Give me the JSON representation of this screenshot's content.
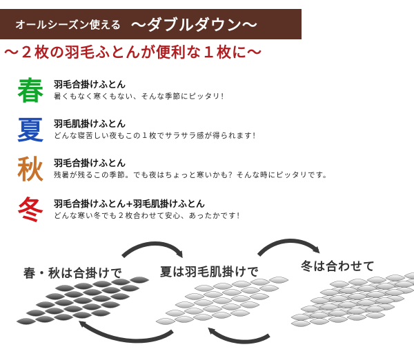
{
  "header": {
    "subtitle": "オールシーズン使える",
    "title": "〜ダブルダウン〜"
  },
  "tagline": "〜２枚の羽毛ふとんが便利な１枚に〜",
  "seasons": [
    {
      "kanji": "春",
      "name": "羽毛合掛けふとん",
      "desc": "暑くもなく寒くもない、そんな季節にピッタリ！",
      "color": "#11a52b"
    },
    {
      "kanji": "夏",
      "name": "羽毛肌掛けふとん",
      "desc": "どんな寝苦しい夜もこの１枚でサラサラ感が得られます！",
      "color": "#1f4fb4"
    },
    {
      "kanji": "秋",
      "name": "羽毛合掛けふとん",
      "desc": "残暑が残るこの季節。でも夜はちょっと寒いかも？そんな時にピッタリです。",
      "color": "#c8732c"
    },
    {
      "kanji": "冬",
      "name": "羽毛合掛けふとん+羽毛肌掛けふとん",
      "desc": "どんな寒い冬でも２枚合わせて安心、あったかです！",
      "color": "#d4161d"
    }
  ],
  "diagram": {
    "labels": [
      "春・秋は合掛けで",
      "夏は羽毛肌掛けで",
      "冬は合わせて"
    ],
    "colors": {
      "dark": "#3d3d3d",
      "light": "#e9e9e9",
      "arrow": "#3a3a3a"
    }
  }
}
